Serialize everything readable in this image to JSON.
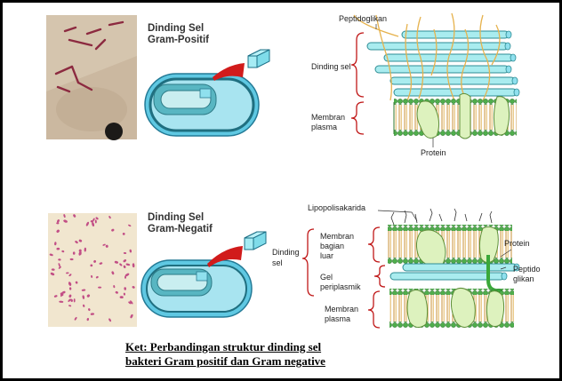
{
  "top": {
    "title_line1": "Dinding Sel",
    "title_line2": "Gram-Positif",
    "labels": {
      "peptidoglikan": "Peptidoglikan",
      "dinding_sel": "Dinding sel",
      "membran_plasma_1": "Membran",
      "membran_plasma_2": "plasma",
      "protein": "Protein"
    }
  },
  "bottom": {
    "title_line1": "Dinding Sel",
    "title_line2": "Gram-Negatif",
    "labels": {
      "lipopolisakarida": "Lipopolisakarida",
      "dinding_1": "Dinding",
      "dinding_2": "sel",
      "membran_luar_1": "Membran",
      "membran_luar_2": "bagian",
      "membran_luar_3": "luar",
      "gel_1": "Gel",
      "gel_2": "periplasmik",
      "membran_plasma_1": "Membran",
      "membran_plasma_2": "plasma",
      "protein": "Protein",
      "peptidoglikan_1": "Peptido",
      "peptidoglikan_2": "glikan"
    }
  },
  "caption": {
    "line1": "Ket: Perbandingan struktur dinding sel",
    "line2": "bakteri Gram positif dan Gram negative"
  },
  "colors": {
    "tube_fill": "#a9ecef",
    "tube_stroke": "#2d8c94",
    "lipid_head": "#4fae4c",
    "lipid_tail": "#d7a64c",
    "protein_fill": "#ddf2be",
    "bracket": "#c01818",
    "fiber": "#e6b24d"
  }
}
